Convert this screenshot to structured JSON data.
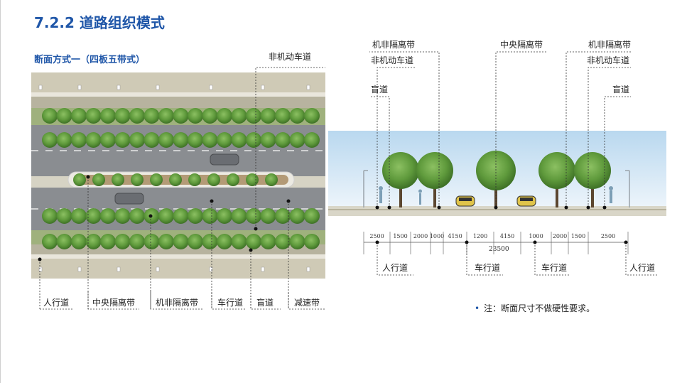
{
  "title": "7.2.2 道路组织模式",
  "subtitle": "断面方式一（四板五带式）",
  "plan_labels": {
    "top_right": "非机动车道",
    "bottom": [
      "人行道",
      "中央隔离带",
      "机非隔离带",
      "车行道",
      "盲道",
      "减速带"
    ]
  },
  "section_labels": {
    "top": [
      "机非隔离带",
      "非机动车道",
      "盲道",
      "中央隔离带",
      "机非隔离带",
      "非机动车道",
      "盲道"
    ],
    "bottom": [
      "人行道",
      "车行道",
      "车行道",
      "人行道"
    ]
  },
  "dimensions": {
    "segments": [
      "2500",
      "1500",
      "2000",
      "1000",
      "4150",
      "1200",
      "4150",
      "1000",
      "2000",
      "1500",
      "2500"
    ],
    "total": "23500"
  },
  "note": "注：断面尺寸不做硬性要求。",
  "colors": {
    "title": "#1f56a8",
    "asphalt": "#8a8d91",
    "sidewalk": "#d9d6c8",
    "tree": "#5f9a3c",
    "sky": "#cfe3f3"
  }
}
